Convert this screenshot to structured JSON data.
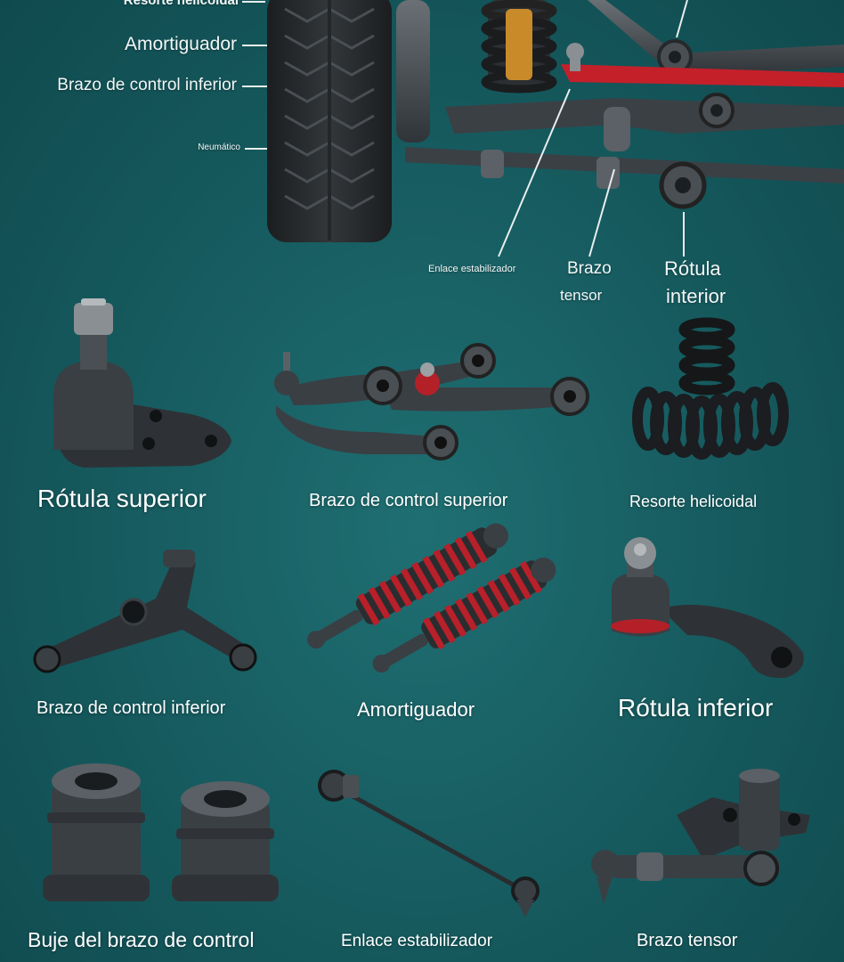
{
  "diagram": {
    "left_labels": [
      {
        "id": "coil",
        "text": "Resorte helicoidal"
      },
      {
        "id": "shock",
        "text": "Amortiguador"
      },
      {
        "id": "lower_arm",
        "text": "Brazo de control inferior"
      },
      {
        "id": "tire",
        "text": "Neumático"
      }
    ],
    "bottom_labels": {
      "stab_link": "Enlace estabilizador",
      "tension_arm_1": "Brazo",
      "tension_arm_2": "tensor",
      "lower_joint_1": "Rótula",
      "lower_joint_2": "interior"
    }
  },
  "parts": [
    {
      "id": "upper-ball-joint",
      "caption": "Rótula superior"
    },
    {
      "id": "upper-control-arm",
      "caption": "Brazo de control superior"
    },
    {
      "id": "coil-spring",
      "caption": "Resorte helicoidal"
    },
    {
      "id": "lower-control-arm",
      "caption": "Brazo de control inferior"
    },
    {
      "id": "shock-absorber",
      "caption": "Amortiguador"
    },
    {
      "id": "lower-ball-joint",
      "caption": "Rótula inferior"
    },
    {
      "id": "control-arm-bushing",
      "caption": "Buje del brazo de control"
    },
    {
      "id": "stabilizer-link",
      "caption": "Enlace estabilizador"
    },
    {
      "id": "tension-arm",
      "caption": "Brazo tensor"
    }
  ],
  "colors": {
    "background": "#175d61",
    "metal": "#3a3f44",
    "accent_red": "#c4202a",
    "spring_orange": "#c98a2a"
  }
}
